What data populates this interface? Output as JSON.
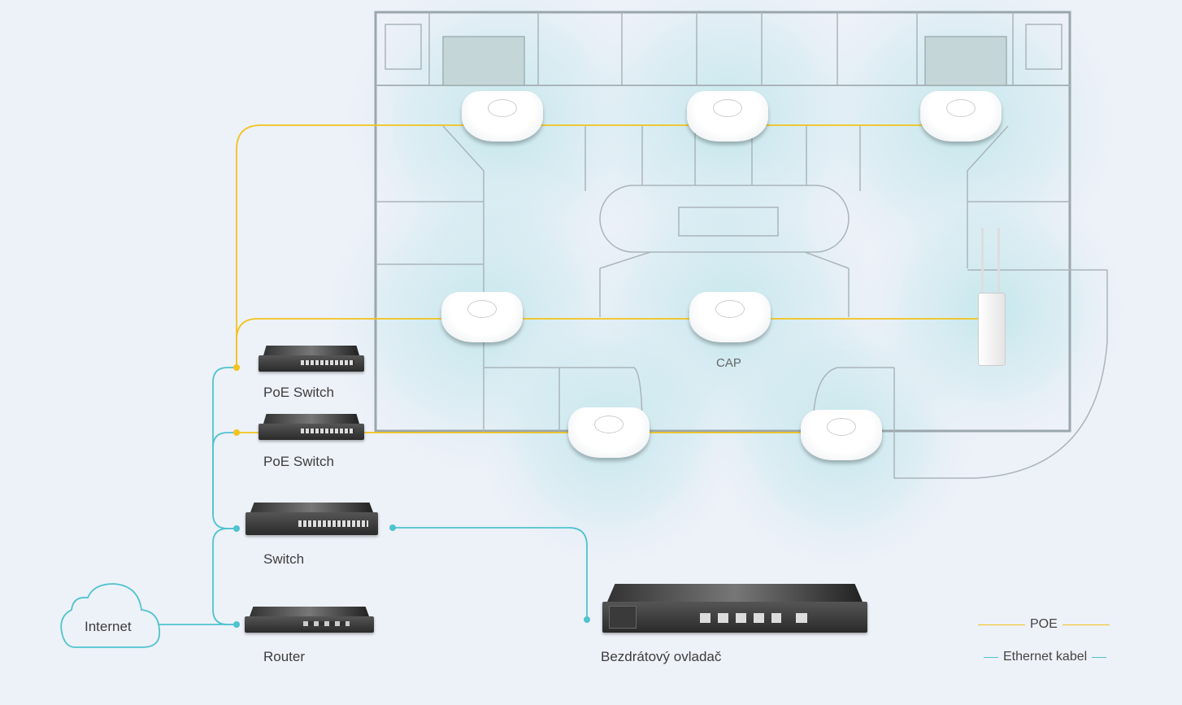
{
  "colors": {
    "poe": "#f2c31b",
    "ethernet": "#4fc3cf",
    "background": "#edf1f8"
  },
  "floorplan": {
    "ap_label": "CAP"
  },
  "devices": {
    "poe_switch_1": "PoE Switch",
    "poe_switch_2": "PoE Switch",
    "switch": "Switch",
    "router": "Router",
    "internet": "Internet",
    "controller": "Bezdrátový ovladač"
  },
  "legend": {
    "poe": "POE",
    "ethernet": "Ethernet kabel"
  }
}
